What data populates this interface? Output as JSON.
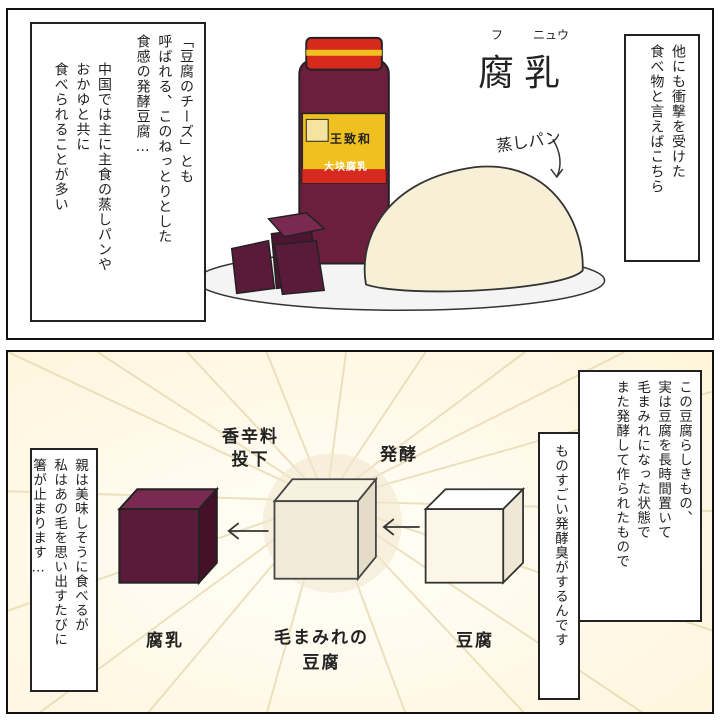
{
  "top_panel": {
    "narration_left": [
      "「豆腐のチーズ」とも",
      "呼ばれる、このねっとりとした",
      "食感の発酵豆腐…"
    ],
    "narration_middle": [
      "中国では主に主食の蒸しパンや",
      "おかゆと共に",
      "食べられることが多い"
    ],
    "narration_right": [
      "他にも衝撃を受けた",
      "食べ物と言えばこちら"
    ],
    "title_furigana_1": "フ",
    "title_furigana_2": "ニュウ",
    "title": "腐乳",
    "jar_brand": "王致和",
    "jar_label": "大块腐乳",
    "bread_label": "蒸しパン"
  },
  "bottom_panel": {
    "narration_right": [
      "この豆腐らしきもの、",
      "実は豆腐を長時間置いて",
      "毛まみれになった状態で",
      "また発酵して作られたもので"
    ],
    "narration_right_2": [
      "ものすごい発酵臭がするんです"
    ],
    "narration_left": [
      "親は美味しそうに食べるが",
      "私はあの毛を思い出すたびに",
      "箸が止まります…"
    ],
    "step_spice": [
      "香辛料",
      "投下"
    ],
    "step_ferment": "発酵",
    "label_furu": "腐乳",
    "label_moldy": [
      "毛まみれの",
      "豆腐"
    ],
    "label_tofu": "豆腐"
  },
  "colors": {
    "furu": "#5a1a3a",
    "jar_body": "#6b1f3c",
    "jar_lid": "#d62a1e",
    "jar_label": "#f0c020",
    "tofu": "#fbf6e8",
    "moldy_tofu": "#f1ead8",
    "bread": "#f7f0d6"
  }
}
